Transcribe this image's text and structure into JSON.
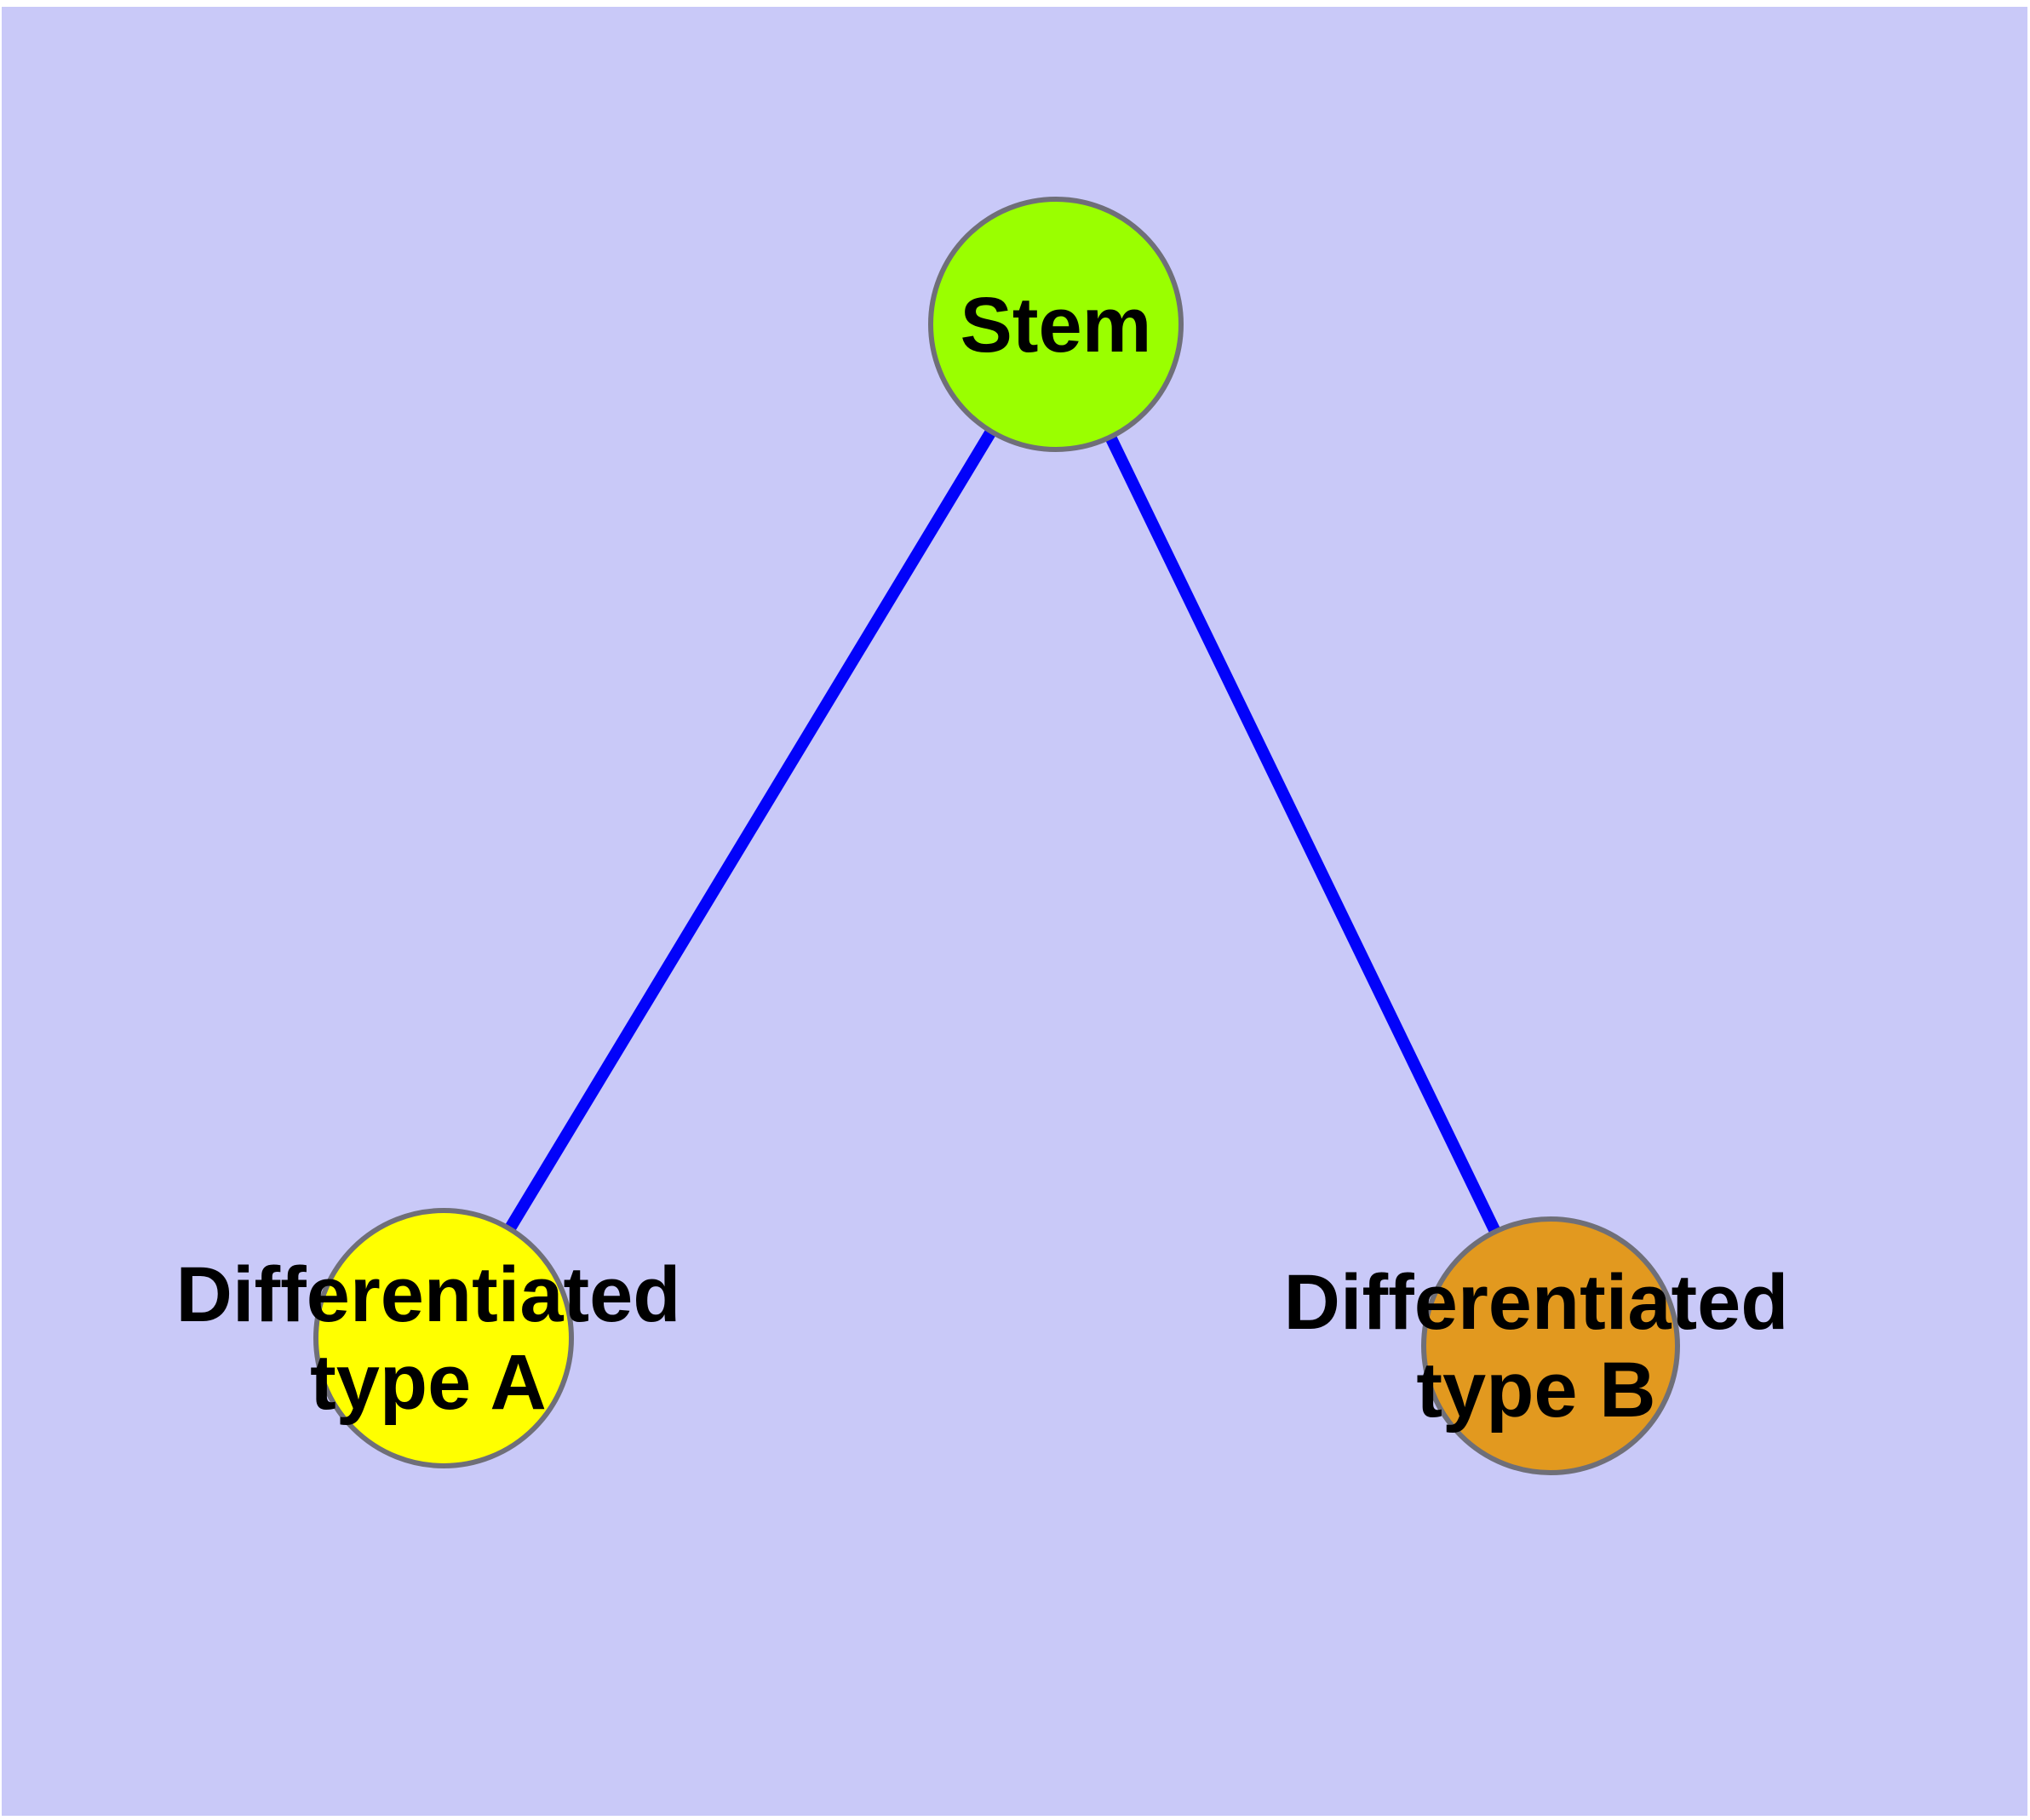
{
  "colors": {
    "background": "#c9c9f8",
    "page_margin": "#ffffff",
    "edge": "#0202fa",
    "node_border": "#6f6f78",
    "stem_fill": "#9aff00",
    "type_a_fill": "#ffff00",
    "type_b_fill": "#e2991f",
    "label_text": "#000000"
  },
  "nodes": {
    "stem": {
      "label": "Stem"
    },
    "type_a": {
      "line1": "Differentiated",
      "line2": "type A"
    },
    "type_b": {
      "line1": "Differentiated",
      "line2": "type B"
    }
  },
  "graph": {
    "type": "undirected-tree",
    "nodes": [
      "Stem",
      "Differentiated type A",
      "Differentiated type B"
    ],
    "edges": [
      {
        "source": "Stem",
        "target": "Differentiated type A"
      },
      {
        "source": "Stem",
        "target": "Differentiated type B"
      }
    ]
  }
}
